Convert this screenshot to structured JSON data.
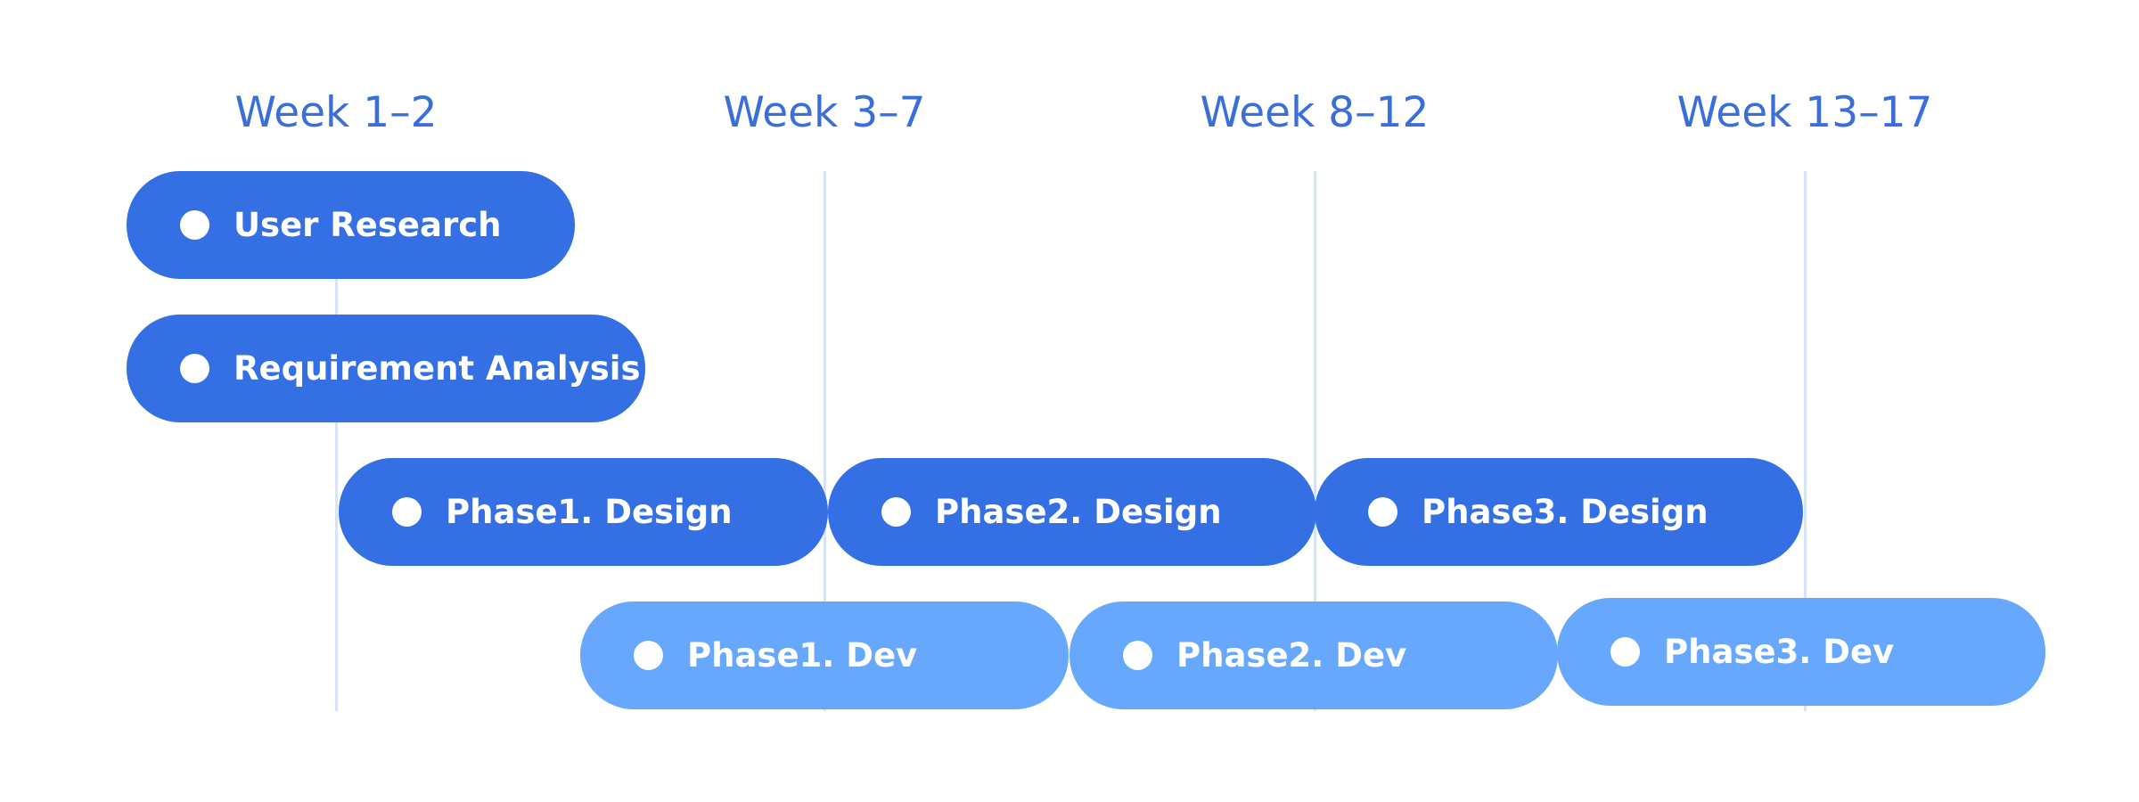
{
  "colors": {
    "week_label": "#3A6FDB",
    "gridline": "#D7E4F7",
    "design_bar": "#3470E4",
    "dev_bar": "#68A8FC",
    "bar_text": "#FFFFFF"
  },
  "weeks": [
    "Week 1–2",
    "Week 3–7",
    "Week 8–12",
    "Week 13–17"
  ],
  "tasks": {
    "user_research": "User Research",
    "requirement_analysis": "Requirement Analysis",
    "phase1_design": "Phase1. Design",
    "phase2_design": "Phase2. Design",
    "phase3_design": "Phase3. Design",
    "phase1_dev": "Phase1. Dev",
    "phase2_dev": "Phase2. Dev",
    "phase3_dev": "Phase3. Dev"
  }
}
